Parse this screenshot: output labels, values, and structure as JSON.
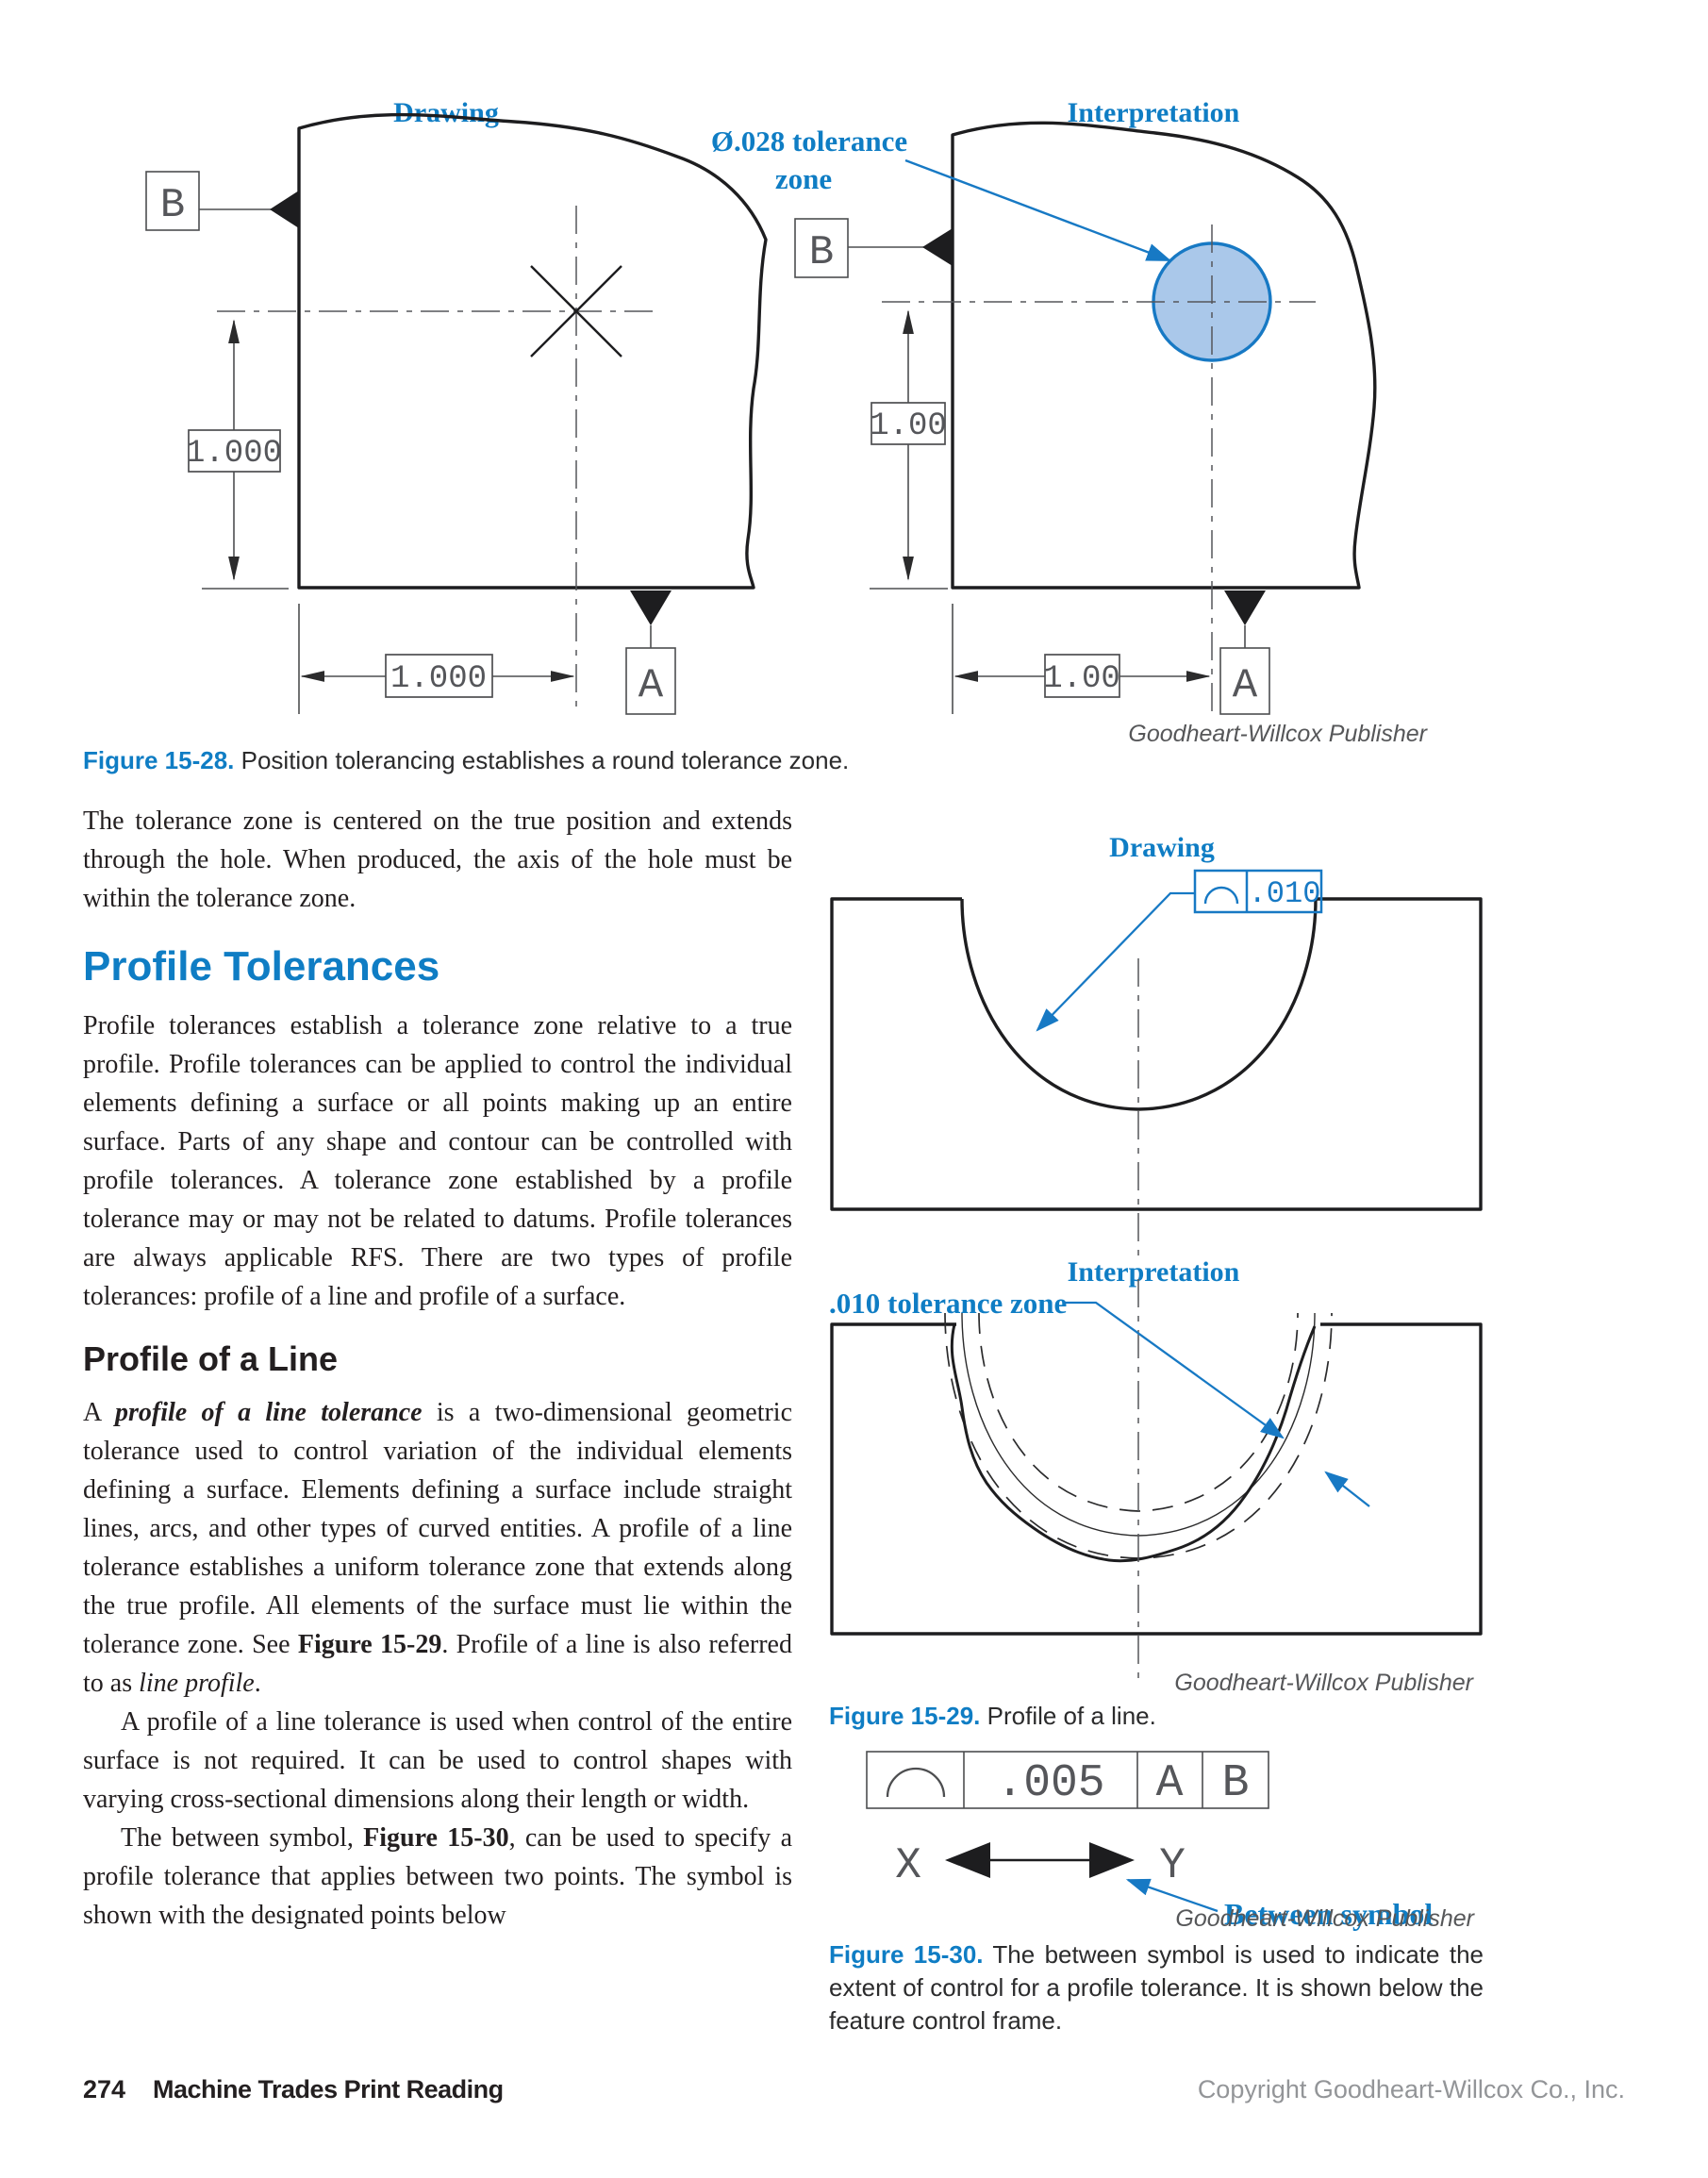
{
  "colors": {
    "accent_blue": "#0f7dc4",
    "zone_fill": "#aac8ea",
    "zone_stroke": "#1779c4"
  },
  "fig28": {
    "drawing_label": "Drawing",
    "interpretation_label": "Interpretation",
    "callout_line1": "Ø.028 tolerance",
    "callout_line2": "zone",
    "datum_b": "B",
    "datum_a": "A",
    "left": {
      "dim_vertical": "1.000",
      "dim_horizontal": "1.000"
    },
    "right": {
      "dim_vertical": "1.00",
      "dim_horizontal": "1.00"
    },
    "credit": "Goodheart-Willcox Publisher",
    "caption_label": "Figure 15-28.",
    "caption_text": " Position tolerancing establishes a round tolerance zone."
  },
  "fig29": {
    "drawing_label": "Drawing",
    "interpretation_label": "Interpretation",
    "fcf_tolerance": ".010",
    "callout": ".010 tolerance zone",
    "credit": "Goodheart-Willcox Publisher",
    "caption_label": "Figure 15-29.",
    "caption_text": " Profile of a line."
  },
  "fig30": {
    "fcf_tolerance": ".005",
    "fcf_datum_1": "A",
    "fcf_datum_2": "B",
    "point_x": "X",
    "point_y": "Y",
    "callout": "Between symbol",
    "credit": "Goodheart-Willcox Publisher",
    "caption_label": "Figure 15-30.",
    "caption_text": " The between symbol is used to indicate the extent of control for a profile tolerance. It is shown below the feature control frame."
  },
  "body": {
    "para1": "The tolerance zone is centered on the true position and extends through the hole. When produced, the axis of the hole must be within the tolerance zone.",
    "heading1": "Profile Tolerances",
    "para2": "Profile tolerances establish a tolerance zone relative to a true profile. Profile tolerances can be applied to control the individual elements defining a surface or all points making up an entire surface. Parts of any shape and contour can be controlled with profile tolerances. A tolerance zone established by a profile tolerance may or may not be related to datums. Profile tolerances are always applicable RFS. There are two types of profile tolerances: profile of a line and profile of a surface.",
    "heading2": "Profile of a Line",
    "para3_rich": [
      {
        "t": "A "
      },
      {
        "t": "profile of a line tolerance",
        "s": "bi"
      },
      {
        "t": " is a two-dimensional geometric tolerance used to control variation of the individual elements defining a surface. Elements defining a surface include straight lines, arcs, and other types of curved entities. A profile of a line tolerance establishes a uniform tolerance zone that extends along the true profile. All elements of the surface must lie within the tolerance zone. See "
      },
      {
        "t": "Figure 15-29",
        "s": "b"
      },
      {
        "t": ". Profile of a line is also referred to as "
      },
      {
        "t": "line profile",
        "s": "i"
      },
      {
        "t": "."
      }
    ],
    "para4": "A profile of a line tolerance is used when control of the entire surface is not required. It can be used to control shapes with varying cross-sectional dimensions along their length or width.",
    "para5_rich": [
      {
        "t": "The between symbol, "
      },
      {
        "t": "Figure 15-30",
        "s": "b"
      },
      {
        "t": ", can be used to specify a profile tolerance that applies between two points. The symbol is shown with the designated points below"
      }
    ]
  },
  "footer": {
    "page_number": "274",
    "book_title": "Machine Trades Print Reading",
    "copyright": "Copyright Goodheart-Willcox Co., Inc."
  }
}
